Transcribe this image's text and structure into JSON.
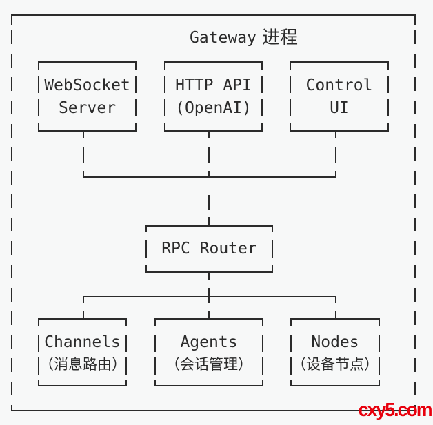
{
  "diagram": {
    "title": {
      "latin": "Gateway",
      "cjk": "进程"
    },
    "boxes": {
      "websocket": {
        "line1": "WebSocket",
        "line2": "Server"
      },
      "http_api": {
        "line1": "HTTP API",
        "line2": "(OpenAI)"
      },
      "control_ui": {
        "line1": "Control",
        "line2": "UI"
      },
      "rpc_router": {
        "line1": "RPC Router"
      },
      "channels": {
        "line1": "Channels",
        "line2": "（消息路由）"
      },
      "agents": {
        "line1": "Agents",
        "line2": "（会话管理）"
      },
      "nodes": {
        "line1": "Nodes",
        "line2": "（设备节点）"
      }
    },
    "colors": {
      "ink": "#2b2b2b",
      "background": "#f7f8f8"
    }
  },
  "watermark": {
    "text": "cxy5.com",
    "color": "#e8000d"
  }
}
